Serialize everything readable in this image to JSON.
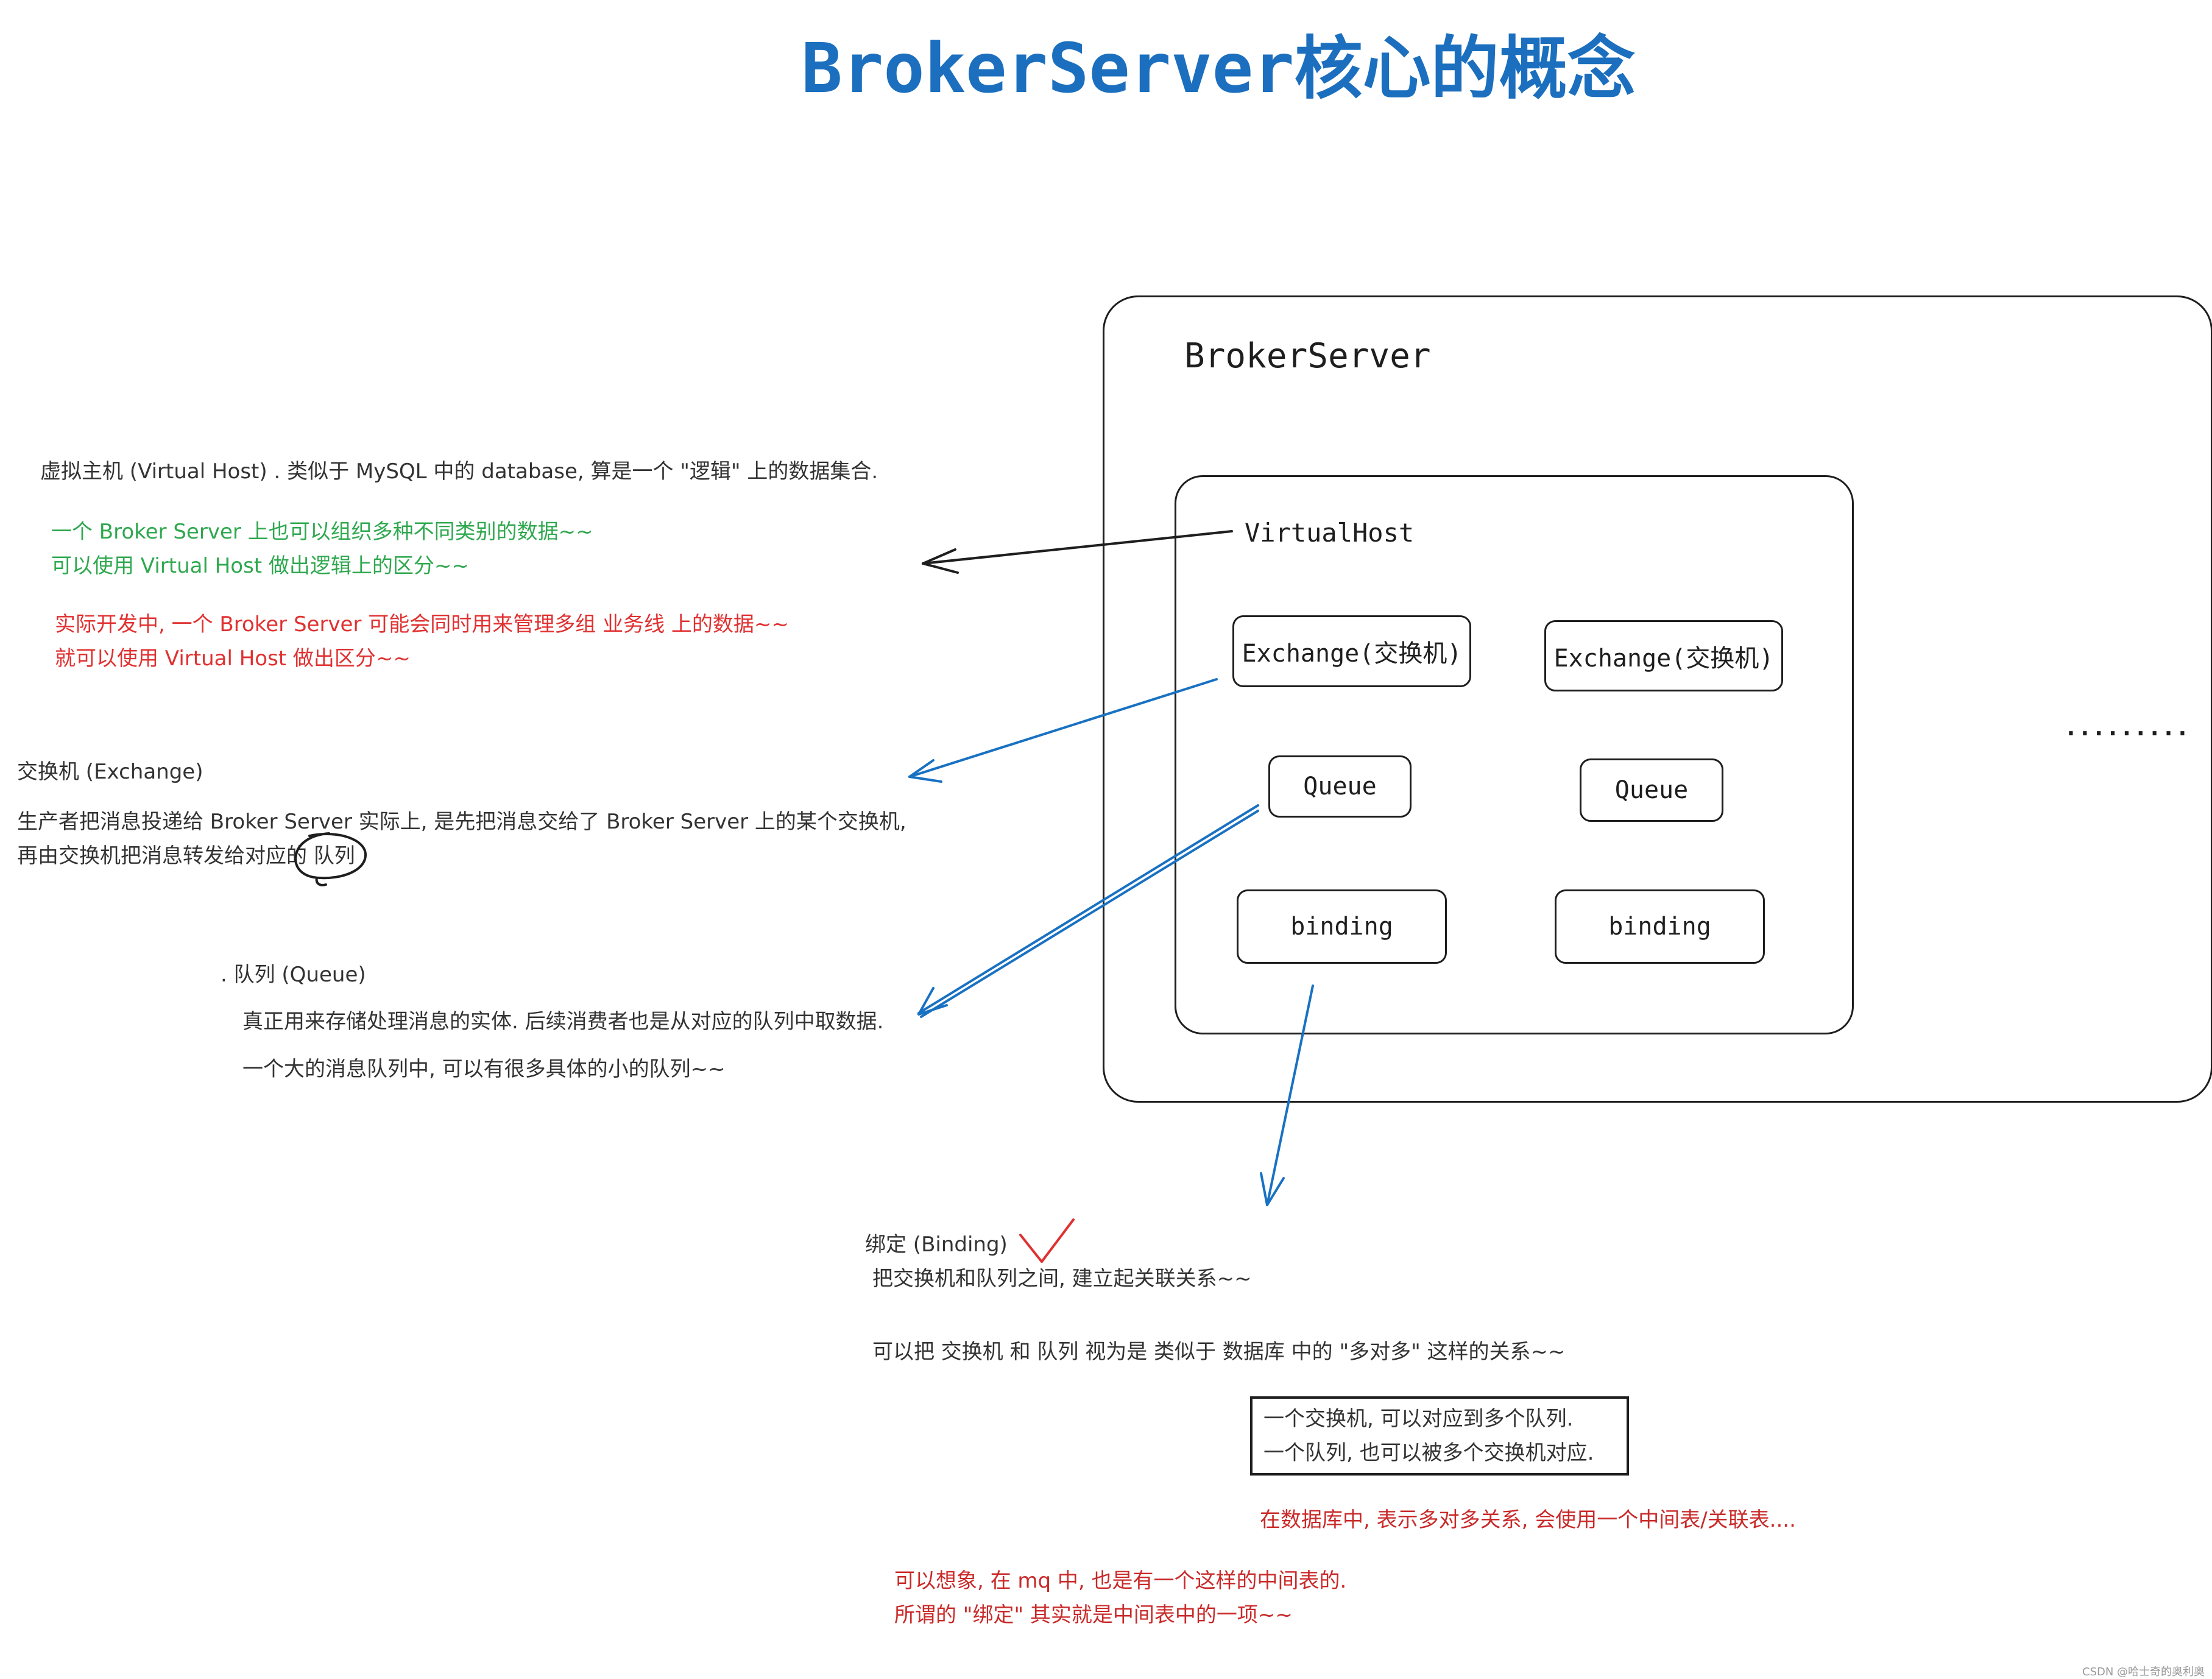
{
  "title": "BrokerServer核心的概念",
  "diagram": {
    "outer_label": "BrokerServer",
    "vhost_label": "VirtualHost",
    "exchange_label": "Exchange(交换机)",
    "queue_label": "Queue",
    "binding_label": "binding",
    "ellipsis": "........."
  },
  "notes": {
    "vhost": {
      "line1": "虚拟主机 (Virtual Host) . 类似于 MySQL 中的 database, 算是一个 \"逻辑\" 上的数据集合.",
      "green1": "一个 Broker Server 上也可以组织多种不同类别的数据~~",
      "green2": "可以使用 Virtual Host 做出逻辑上的区分~~",
      "red1": "实际开发中, 一个 Broker Server 可能会同时用来管理多组 业务线 上的数据~~",
      "red2": "就可以使用 Virtual Host 做出区分~~"
    },
    "exchange": {
      "heading": "交换机 (Exchange)",
      "line1": "生产者把消息投递给 Broker Server 实际上, 是先把消息交给了 Broker Server 上的某个交换机,",
      "line2_prefix": "再由交换机把消息转发给对应的",
      "line2_circled": "队列"
    },
    "queue": {
      "heading": ". 队列 (Queue)",
      "line1": "真正用来存储处理消息的实体. 后续消费者也是从对应的队列中取数据.",
      "line2": "一个大的消息队列中, 可以有很多具体的小的队列~~"
    },
    "binding": {
      "heading": "绑定 (Binding)",
      "line1": "把交换机和队列之间, 建立起关联关系~~",
      "line2": "可以把 交换机 和 队列 视为是 类似于 数据库 中的 \"多对多\" 这样的关系~~",
      "box_line1": "一个交换机, 可以对应到多个队列.",
      "box_line2": "一个队列, 也可以被多个交换机对应.",
      "db_line": "在数据库中, 表示多对多关系, 会使用一个中间表/关联表....",
      "mq_line1": "可以想象, 在 mq 中, 也是有一个这样的中间表的.",
      "mq_line2": "所谓的 \"绑定\" 其实就是中间表中的一项~~"
    }
  },
  "watermark": "CSDN @哈士奇的奥利奥",
  "colors": {
    "title": "#1b6fbe",
    "stroke": "#1e1e1e",
    "arrow_blue": "#1971c2",
    "green": "#2fa84f",
    "red": "#e03131",
    "check_red": "#e03131"
  }
}
